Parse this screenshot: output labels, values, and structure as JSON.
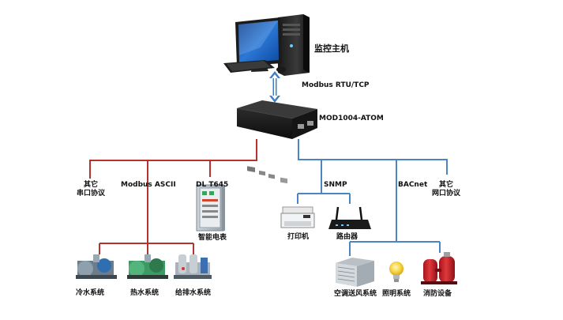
{
  "host": {
    "label": "监控主机"
  },
  "link": {
    "protocol": "Modbus RTU/TCP"
  },
  "gateway": {
    "model": "MOD1004-ATOM"
  },
  "serial_branch": {
    "other_label": "其它\n串口协议",
    "other_label_line1": "其它",
    "other_label_line2": "串口协议",
    "modbus_label": "Modbus  ASCII",
    "dl_label": "DL  T645",
    "meter_label": "智能电表",
    "devices": [
      "冷水系统",
      "热水系统",
      "给排水系统"
    ]
  },
  "network_branch": {
    "snmp_label": "SNMP",
    "bacnet_label": "BACnet",
    "other_label_line1": "其它",
    "other_label_line2": "网口协议",
    "snmp_devices": [
      "打印机",
      "路由器"
    ],
    "bacnet_devices": [
      "空调送风系统",
      "照明系统",
      "消防设备"
    ]
  },
  "colors": {
    "serial_line": "#b5332e",
    "network_line": "#4a86c5",
    "link_arrow": "#3f7fc4"
  }
}
